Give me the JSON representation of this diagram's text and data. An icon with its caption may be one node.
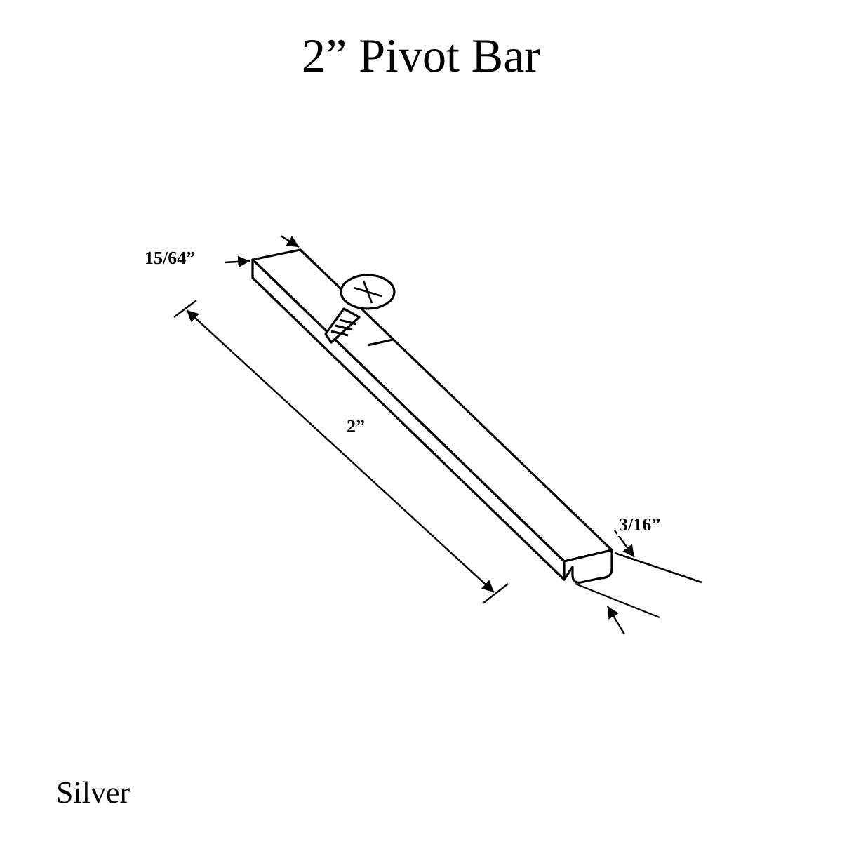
{
  "diagram": {
    "title": "2” Pivot Bar",
    "labels": [
      "15/64”",
      "2”",
      "3/16”",
      "Silver"
    ]
  }
}
